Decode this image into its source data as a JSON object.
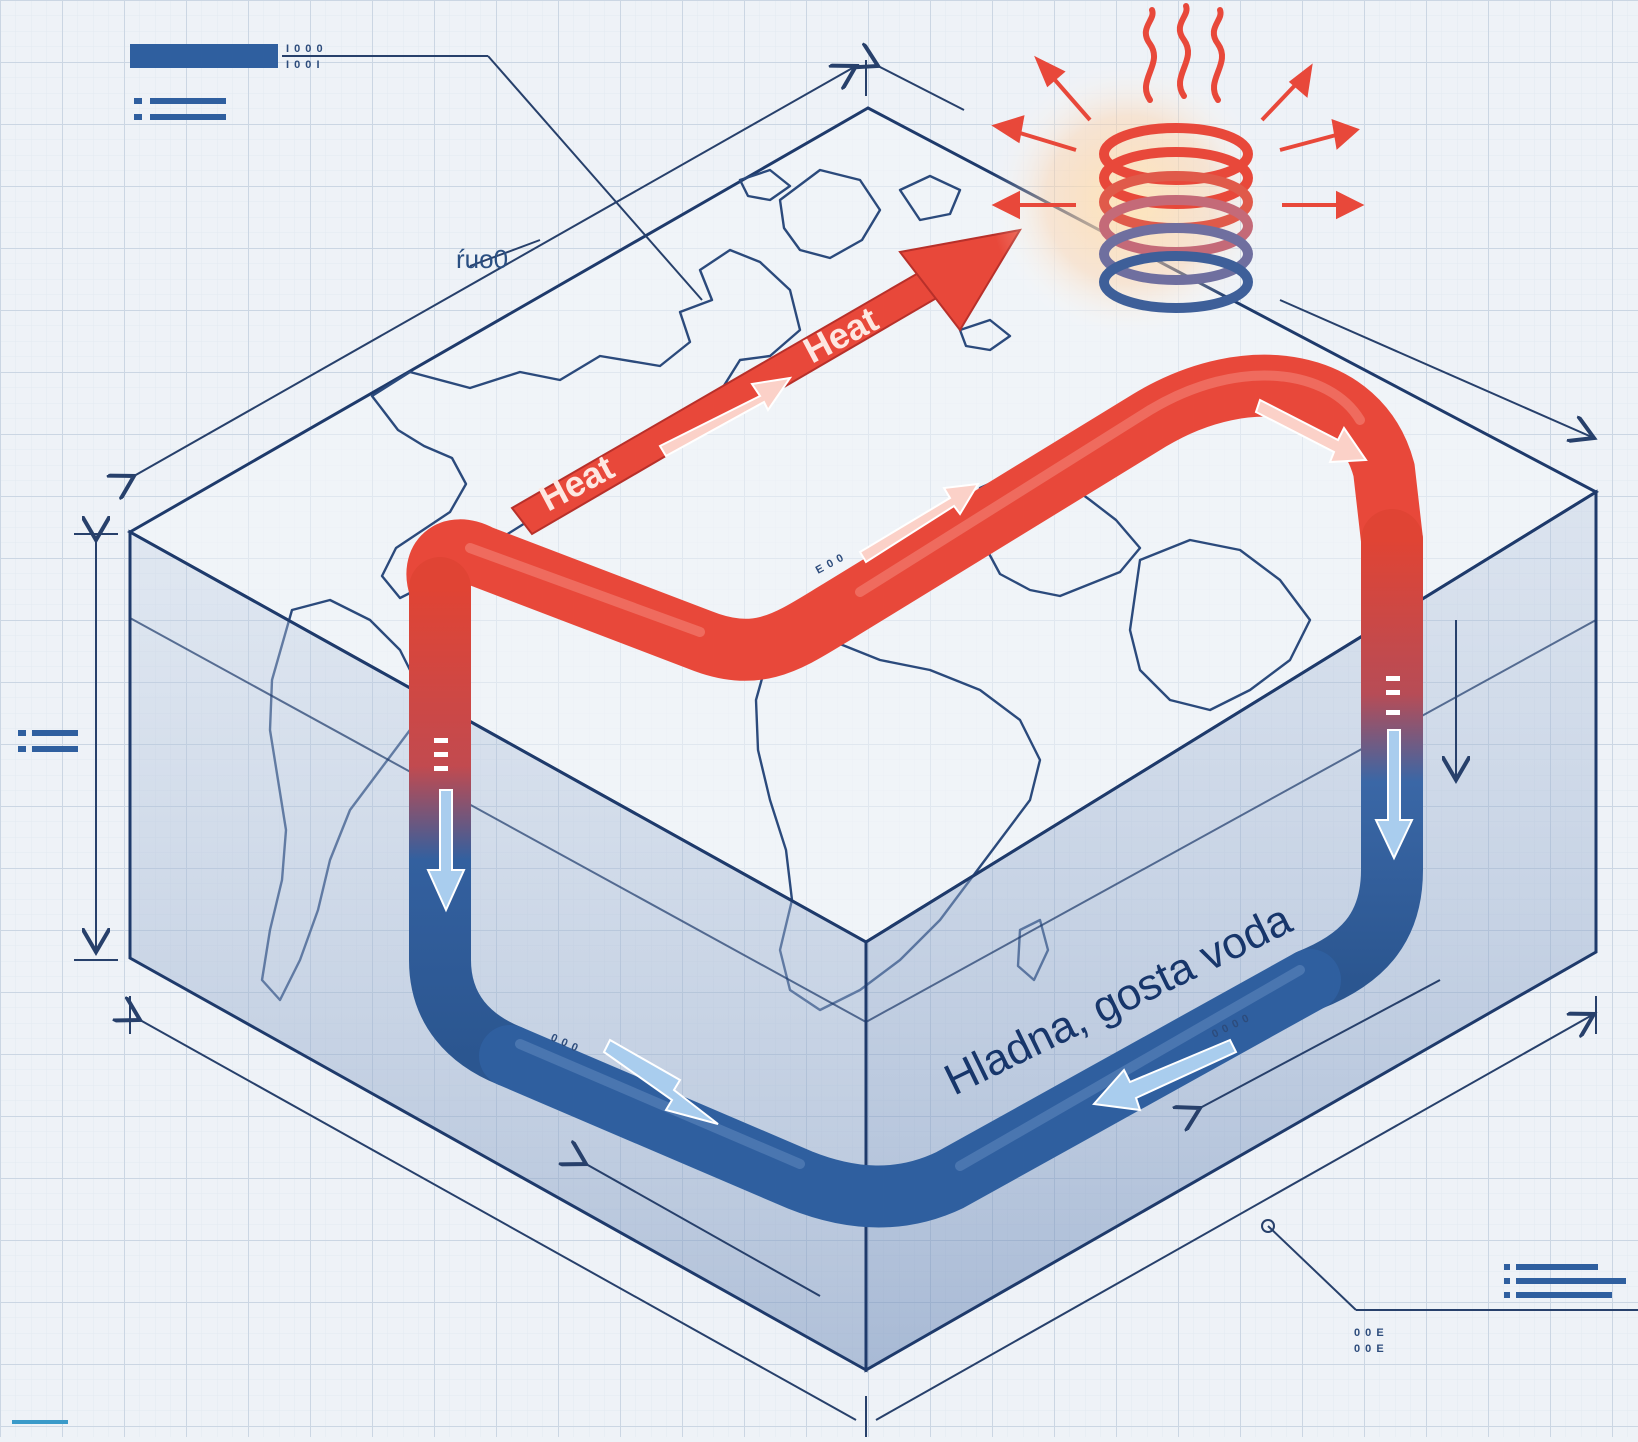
{
  "diagram": {
    "labels": {
      "heat_1": "Heat",
      "heat_2": "Heat",
      "cold_dense_water": "Hladna, gosta voda",
      "dimension_mark": "ŕuo0"
    },
    "legend_codes": {
      "top_left_1": "I 0 0 0",
      "top_left_2": "I 0 0 I",
      "bottom_right_1": "0 0 E",
      "bottom_right_2": "0 0 E",
      "pipe_hot_mark": "E 0 0",
      "pipe_cold_left_mark": "0 0 0",
      "pipe_cold_right_mark": "0 0 0 0"
    },
    "icons": {
      "heat_source": "heating-coil-icon",
      "steam": "steam-icon"
    },
    "colors": {
      "warm_current": "#e8483a",
      "cold_current": "#2f5f9f",
      "grid": "#cdd7e4",
      "box_edge": "#1e3a6b",
      "background": "#eef2f7"
    }
  }
}
